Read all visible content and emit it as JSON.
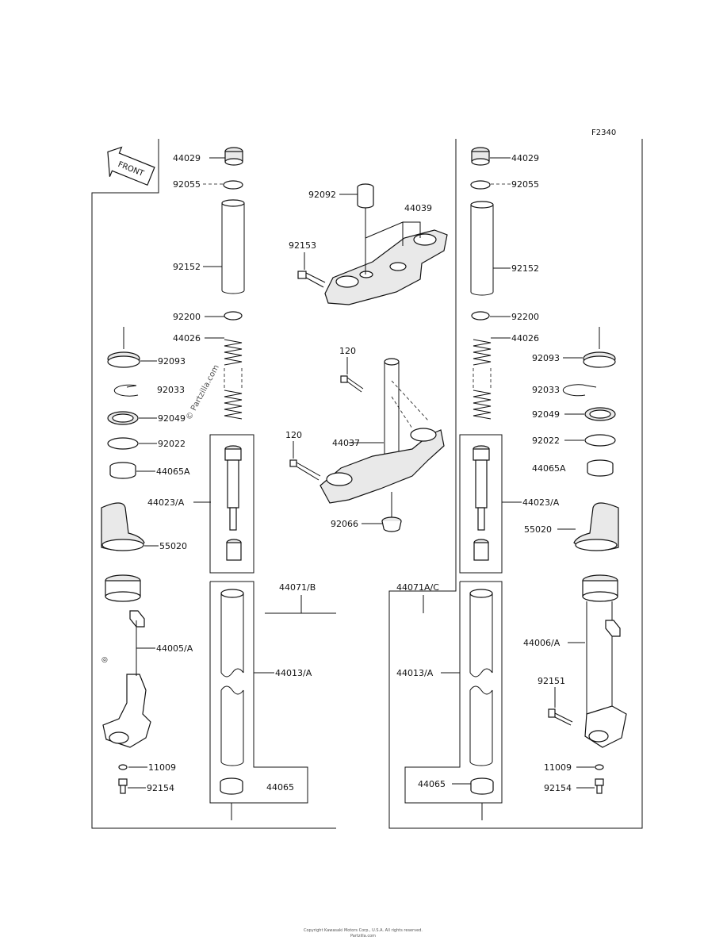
{
  "figure_code": "F2340",
  "front_label": "FRONT",
  "watermark": "© Partzilla.com",
  "footer": {
    "line1": "Copyright Kawasaki Motors Corp., U.S.A. All rights reserved.",
    "line2": "Partzilla.com"
  },
  "parts": {
    "cap_l": "44029",
    "oring_l": "92055",
    "spacer_l": "92152",
    "washer_l": "92200",
    "spring_l": "44026",
    "seal_l": "92093",
    "circlip_l": "92033",
    "oilseal_l": "92049",
    "washer2_l": "92022",
    "bush_l": "44065A",
    "cylinder_l": "44023/A",
    "guard_l": "55020",
    "outer_l": "44005/A",
    "gasket_l": "11009",
    "bolt_l": "92154",
    "asm_l": "44071/B",
    "inner_l": "44013/A",
    "bushing_l": "44065",
    "cap_r": "44029",
    "oring_r": "92055",
    "spacer_r": "92152",
    "washer_r": "92200",
    "spring_r": "44026",
    "seal_r": "92093",
    "circlip_r": "92033",
    "oilseal_r": "92049",
    "washer2_r": "92022",
    "bush_r": "44065A",
    "cylinder_r": "44023/A",
    "guard_r": "55020",
    "outer_r": "44006/A",
    "bolt2_r": "92151",
    "gasket_r": "11009",
    "bolt_r": "92154",
    "asm_r": "44071A/C",
    "inner_r": "44013/A",
    "bushing_r": "44065",
    "collar": "92092",
    "upper_bracket": "44039",
    "upper_bolt": "92153",
    "bolt_a": "120",
    "bolt_b": "120",
    "steering_stem": "44037",
    "stem_nut": "92066"
  }
}
